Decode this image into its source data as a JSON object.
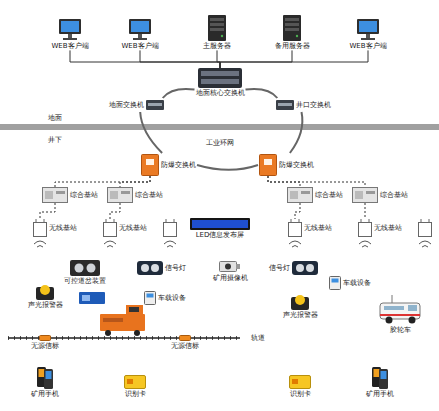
{
  "diagram": {
    "nodes": [
      {
        "text": [
          "WEB客户端"
        ]
      },
      {
        "text": [
          "WEB客户端"
        ]
      },
      {
        "text": [
          "主服务器"
        ]
      },
      {
        "text": [
          "备用服务器"
        ]
      },
      {
        "text": [
          "WEB客户端"
        ]
      },
      {
        "text": [
          "地面交换机"
        ]
      },
      {
        "text": [
          "地面核心交换机"
        ]
      },
      {
        "text": [
          "井口交换机"
        ]
      },
      {
        "text": [
          "防爆交换机"
        ]
      },
      {
        "text": [
          "防爆交换机"
        ]
      },
      {
        "text": [
          "综合基站"
        ]
      },
      {
        "text": [
          "综合基站"
        ]
      },
      {
        "text": [
          "综合基站"
        ]
      },
      {
        "text": [
          "综合基站"
        ]
      },
      {
        "text": [
          "无线基站"
        ]
      },
      {
        "text": [
          "无线基站"
        ]
      },
      {
        "text": [
          "LED信息发布屏"
        ]
      },
      {
        "text": [
          "无线基站"
        ]
      },
      {
        "text": [
          "无线基站"
        ]
      },
      {
        "text": [
          "可控道岔装置"
        ]
      },
      {
        "text": [
          "信号灯"
        ]
      },
      {
        "text": [
          "矿用摄像机"
        ]
      },
      {
        "text": [
          "信号灯"
        ]
      },
      {
        "text": [
          "车载设备"
        ]
      },
      {
        "text": [
          "车载设备"
        ]
      },
      {
        "text": [
          "声光报警器"
        ]
      },
      {
        "text": [
          "声光报警器"
        ]
      },
      {
        "text": [
          "胶轮车"
        ]
      },
      {
        "text": [
          "无源信标"
        ]
      },
      {
        "text": [
          "无源信标"
        ]
      },
      {
        "text": [
          "矿用手机"
        ]
      },
      {
        "text": [
          "识别卡"
        ]
      },
      {
        "text": [
          "识别卡"
        ]
      },
      {
        "text": [
          "矿用手机"
        ]
      }
    ],
    "edges": [
      {
        "from": 0,
        "to": 6,
        "arrow": "none"
      },
      {
        "from": 1,
        "to": 6,
        "arrow": "none"
      },
      {
        "from": 2,
        "to": 6,
        "arrow": "none"
      },
      {
        "from": 3,
        "to": 6,
        "arrow": "none"
      },
      {
        "from": 4,
        "to": 6,
        "arrow": "none"
      },
      {
        "from": 6,
        "to": 5,
        "arrow": "none"
      },
      {
        "from": 5,
        "to": 8,
        "arrow": "none"
      },
      {
        "from": 8,
        "to": 9,
        "arrow": "none"
      },
      {
        "from": 9,
        "to": 7,
        "arrow": "none"
      },
      {
        "from": 7,
        "to": 6,
        "arrow": "none"
      },
      {
        "from": 8,
        "to": 10,
        "arrow": "none"
      },
      {
        "from": 8,
        "to": 11,
        "arrow": "none"
      },
      {
        "from": 9,
        "to": 12,
        "arrow": "none"
      },
      {
        "from": 9,
        "to": 13,
        "arrow": "none"
      },
      {
        "from": 10,
        "to": 14,
        "arrow": "none"
      },
      {
        "from": 11,
        "to": 15,
        "arrow": "none"
      },
      {
        "from": 12,
        "to": 17,
        "arrow": "none"
      },
      {
        "from": 13,
        "to": 18,
        "arrow": "none"
      }
    ],
    "labels": [
      "地面",
      "井下",
      "工业环网",
      "轨道"
    ]
  }
}
